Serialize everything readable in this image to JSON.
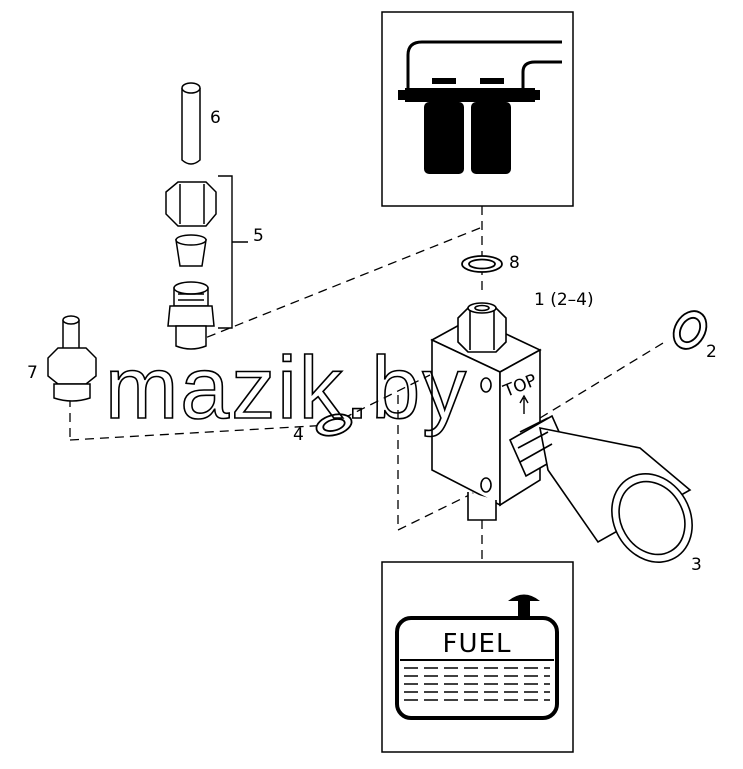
{
  "callouts": {
    "assembly": "1 (2–4)",
    "ring": "2",
    "heater": "3",
    "seal": "4",
    "fitting": "5",
    "pipe": "6",
    "nipple": "7",
    "oring": "8"
  },
  "fuel_tank_label": "FUEL",
  "top_marking": "TOP",
  "watermark": "mazik.by",
  "icons": [
    "fuel-filter-assembly-icon",
    "fuel-tank-icon"
  ]
}
